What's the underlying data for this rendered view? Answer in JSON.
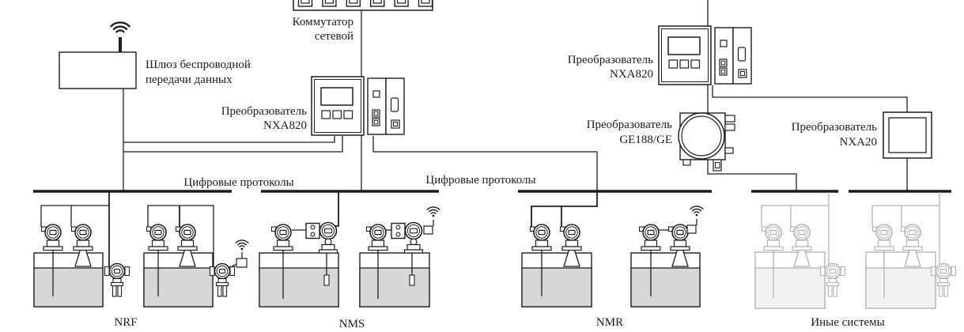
{
  "diagram": {
    "network_switch": {
      "label_line1": "Коммутатор",
      "label_line2": "сетевой"
    },
    "wireless_gateway": {
      "label_line1": "Шлюз беспроводной",
      "label_line2": "передачи данных"
    },
    "converter_nxa820_left": {
      "label_line1": "Преобразователь",
      "label_line2": "NXA820"
    },
    "converter_nxa820_right": {
      "label_line1": "Преобразователь",
      "label_line2": "NXA820"
    },
    "converter_ge188": {
      "label_line1": "Преобразователь",
      "label_line2": "GE188/GE"
    },
    "converter_nxa20": {
      "label_line1": "Преобразователь",
      "label_line2": "NXA20"
    },
    "bus_left": {
      "label": "Цифровые протоколы"
    },
    "bus_right": {
      "label": "Цифровые протоколы"
    },
    "tank_groups": [
      {
        "id": "nrf",
        "label": "NRF"
      },
      {
        "id": "nms",
        "label": "NMS"
      },
      {
        "id": "nmr",
        "label": "NMR"
      },
      {
        "id": "other",
        "label": "Иные системы"
      }
    ],
    "icons": {
      "wifi": "wifi-icon"
    },
    "colors": {
      "line": "#1f1f1f",
      "bus": "#1a1a1a",
      "liquid": "#d7d7d7",
      "muted_line": "#b3b3b3",
      "muted_liquid": "#f2f2f2",
      "text": "#1c1c1c",
      "background": "#ffffff"
    }
  }
}
